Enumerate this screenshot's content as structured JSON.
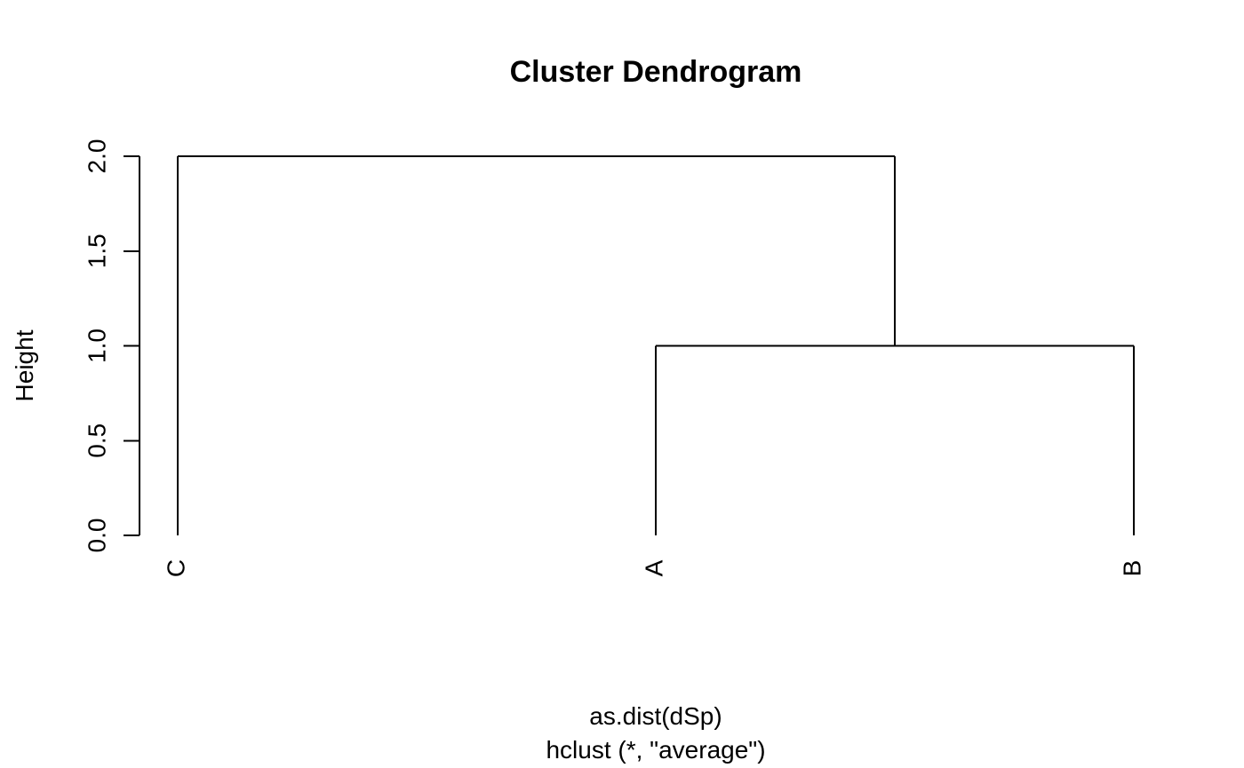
{
  "chart_data": {
    "type": "dendrogram",
    "title": "Cluster Dendrogram",
    "ylabel": "Height",
    "xlabel": "as.dist(dSp)",
    "sub": "hclust (*, \"average\")",
    "ylim": [
      0,
      2
    ],
    "yticks": [
      0,
      0.5,
      1,
      1.5,
      2
    ],
    "ytick_labels": [
      "0.0",
      "0.5",
      "1.0",
      "1.5",
      "2.0"
    ],
    "leaves": [
      "C",
      "A",
      "B"
    ],
    "merges": [
      {
        "left": "A",
        "right": "B",
        "height": 1.0
      },
      {
        "left": "C",
        "right": [
          "A",
          "B"
        ],
        "height": 2.0
      }
    ],
    "line_color": "#000000"
  }
}
